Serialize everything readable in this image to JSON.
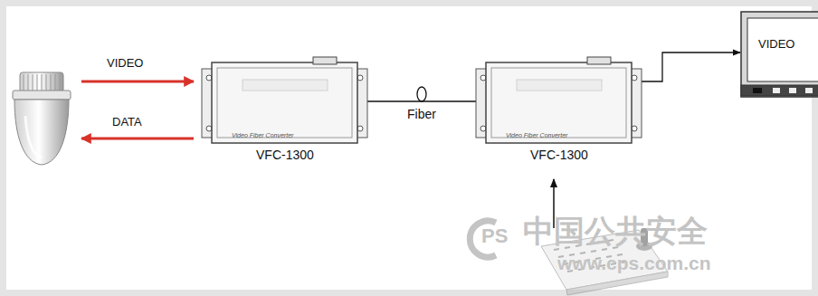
{
  "diagram": {
    "nodes": [
      {
        "text": [
          "Video Fiber Converter",
          "VFC-1300"
        ]
      },
      {
        "text": [
          "Video Fiber Converter",
          "VFC-1300"
        ]
      },
      {
        "text": [
          "VIDEO"
        ]
      }
    ],
    "edges": [
      {
        "from": 0,
        "to": 1,
        "label": "Fiber",
        "arrow": "none"
      },
      {
        "from": 1,
        "to": 2,
        "arrow": "to"
      }
    ],
    "labels": [
      "VIDEO",
      "DATA",
      "中国公共安全",
      "www.cps.com.cn",
      "PS"
    ]
  }
}
